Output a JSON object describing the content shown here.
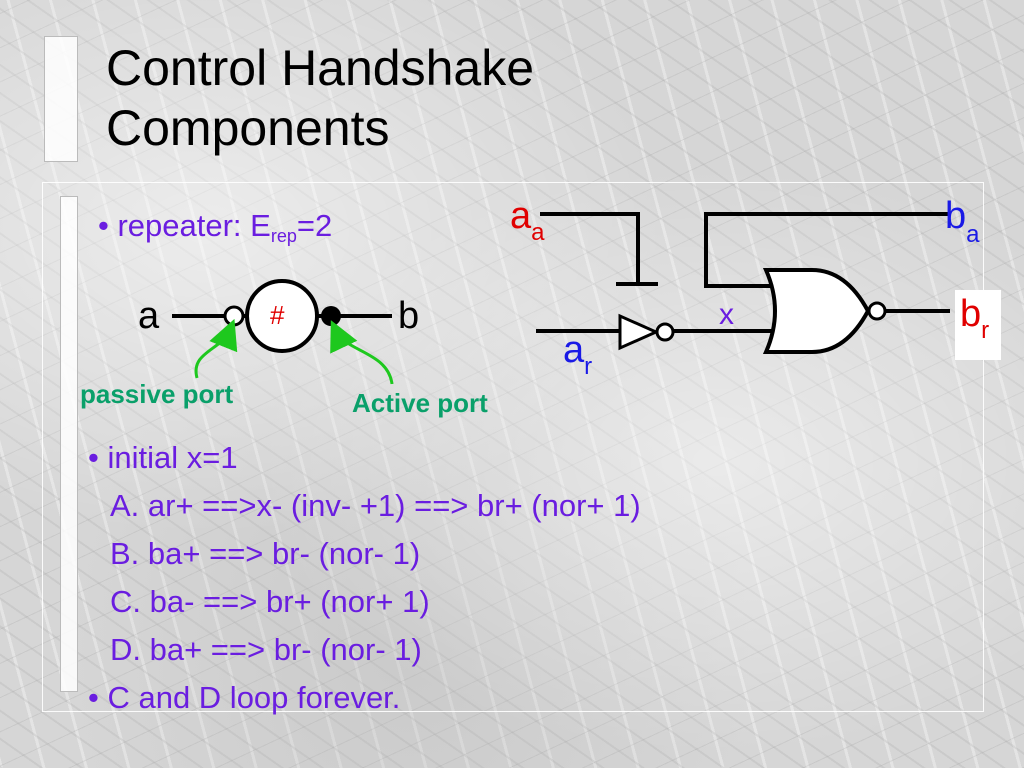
{
  "title": {
    "line1": "Control Handshake",
    "line2": "Components"
  },
  "repeater": {
    "prefix": "• repeater: E",
    "sub": "rep",
    "suffix": "=2"
  },
  "repeater_symbol": {
    "left_label": "a",
    "center": "#",
    "right_label": "b"
  },
  "ports": {
    "passive": "passive port",
    "active": "Active port"
  },
  "circuit": {
    "aa_main": "a",
    "aa_sub": "a",
    "ar_main": "a",
    "ar_sub": "r",
    "ba_main": "b",
    "ba_sub": "a",
    "br_main": "b",
    "br_sub": "r",
    "x": "x"
  },
  "bullets": {
    "initial": "• initial x=1",
    "lines": [
      "A. ar+ ==>x- (inv- +1) ==> br+ (nor+ 1)",
      "B. ba+ ==> br- (nor- 1)",
      "C. ba- ==> br+ (nor+ 1)",
      "D. ba+ ==> br- (nor- 1)"
    ],
    "loop": "• C and D loop forever."
  },
  "colors": {
    "text": "#6a1de0",
    "port": "#0aa06a",
    "blue": "#1a1ae6",
    "red": "#e00000",
    "green": "#1ec81e"
  }
}
